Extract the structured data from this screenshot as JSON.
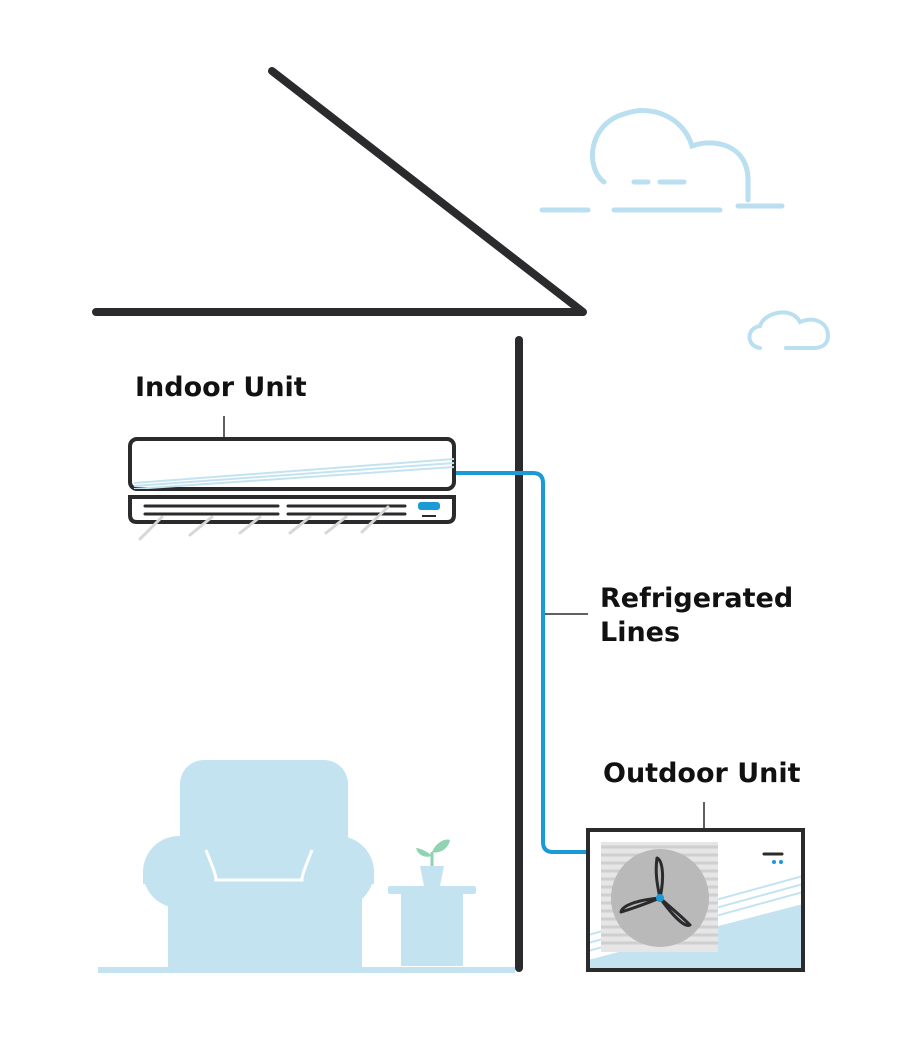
{
  "labels": {
    "indoor_unit": "Indoor Unit",
    "refrigerated_lines": [
      "Refrigerated",
      "Lines"
    ],
    "outdoor_unit": "Outdoor Unit"
  },
  "colors": {
    "line_dark": "#2b2b2d",
    "refrigerant_blue": "#1a9ad6",
    "light_blue_fill": "#c3e3f1",
    "cloud_blue": "#b9dff0",
    "fan_grey": "#b9b9b9",
    "grille_grey": "#d9d9d9"
  },
  "icons": [
    "house-roof",
    "cloud-icon",
    "armchair-icon",
    "plant-icon",
    "side-table-icon",
    "fan-icon"
  ]
}
